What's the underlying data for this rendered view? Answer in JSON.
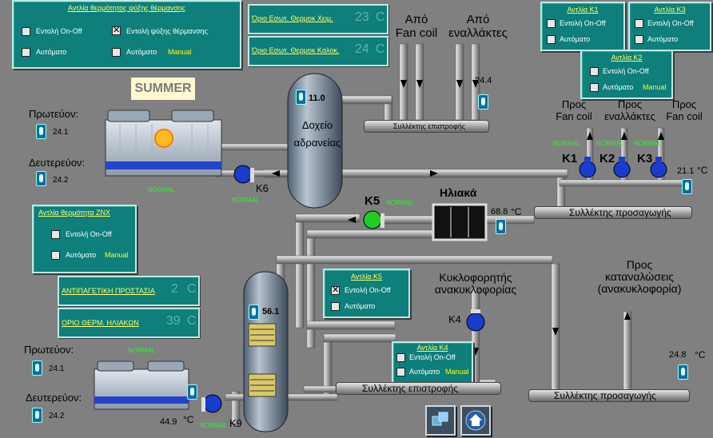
{
  "panels": {
    "cooling_pump": {
      "title": "Αντλία θερμότητος ψύξης θέρμανσης",
      "cmd_onoff": "Εντολή On-Off",
      "cmd_cool_heat": "Εντολή ψύξης θέρμανσης",
      "auto1": "Αυτόματο",
      "auto2": "Αυτόματο",
      "manual": "Manual"
    },
    "znx_pump": {
      "title": "Αντλία θερμότητα ZNX",
      "cmd_onoff": "Εντολή On-Off",
      "auto": "Αυτόματο",
      "manual": "Manual"
    },
    "k1": {
      "title": "Αντλία K1",
      "cmd_onoff": "Εντολή On-Off",
      "auto": "Αυτόματο"
    },
    "k2": {
      "title": "Αντλία K2",
      "cmd_onoff": "Εντολή On-Off",
      "auto": "Αυτόματο",
      "manual": "Manual"
    },
    "k3": {
      "title": "Αντλία K3",
      "cmd_onoff": "Εντολή On-Off",
      "auto": "Αυτόματο"
    },
    "k5": {
      "title": "Αντλία K5",
      "cmd_onoff": "Εντολή On-Off",
      "auto": "Αυτόματο"
    },
    "k4": {
      "title": "Αντλία K4",
      "cmd_onoff": "Εντολή On-Off",
      "auto": "Αυτόματο",
      "manual": "Manual"
    }
  },
  "setpoints": {
    "winter": {
      "label": "Όριο Εσωτ. Θερμοκ Χειμ.",
      "value": "23",
      "unit": "C"
    },
    "summer": {
      "label": "Όριο Εσωτ. Θερμοκ Καλοκ.",
      "value": "24",
      "unit": "C"
    },
    "antifreeze": {
      "label": "ΑΝΤΙΠΑΓΕΤΙΚΗ ΠΡΟΣΤΑΣΙΑ",
      "value": "2",
      "unit": "C"
    },
    "solar_limit": {
      "label": "ΟΡΙΟ ΘΕΡΜ. ΗΛΙΑΚΩΝ",
      "value": "39",
      "unit": "C"
    }
  },
  "labels": {
    "from_fancoil": "Από\nFan coil",
    "from_exchangers": "Από\nεναλλάκτες",
    "summer_badge": "SUMMER",
    "primary1": "Πρωτεύον:",
    "secondary1": "Δευτερεύον:",
    "primary2": "Πρωτεύον:",
    "secondary2": "Δευτερεύον:",
    "buffer_tank": "Δοχείο\nαδρανείας",
    "return_collector": "Συλλέκτης επιστροφής",
    "supply_collector": "Συλλέκτης προσαγωγής",
    "return_collector2": "Συλλέκτης επιστροφής",
    "supply_collector2": "Συλλέκτης προσαγωγής",
    "to_fancoil1": "Προς\nFan coil",
    "to_exchangers": "Προς\nεναλλάκτες",
    "to_fancoil2": "Προς\nFan coil",
    "solar": "Ηλιακά",
    "circulator": "Κυκλοφορητής\nανακυκλοφορίας",
    "to_consumption": "Προς\nκαταναλώσεις\n(ανακυκλοφορία)",
    "k1": "K1",
    "k2": "K2",
    "k3": "K3",
    "k4": "K4",
    "k5": "K5",
    "k6": "K6",
    "k9": "K9"
  },
  "values": {
    "primary1": "24.1",
    "secondary1": "24.2",
    "primary2": "24.1",
    "secondary2": "24.2",
    "buffer_temp": "11.0",
    "return_temp": "24.4",
    "supply_temp": "21.1",
    "solar_temp": "68.8",
    "boiler_temp": "56.1",
    "consumption_temp": "24.8",
    "bottom_temp": "44.9",
    "unit_c": "C",
    "unit_oc": "°C"
  },
  "status": {
    "normal": "NORMAL"
  },
  "colors": {
    "panel": "#0e7f7a",
    "background": "#808080",
    "pump_blue": "#1a3ccc",
    "pump_green": "#22cc22",
    "status_green": "#33ee33"
  },
  "nav": {
    "prev_icon": "cubes-icon",
    "home_icon": "home-icon"
  }
}
